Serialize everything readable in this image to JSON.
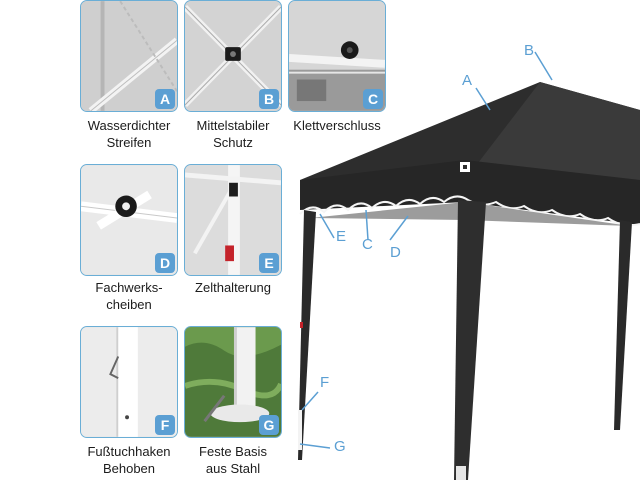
{
  "features": [
    {
      "letter": "A",
      "caption_lines": [
        "Wasserdichter",
        "Streifen"
      ]
    },
    {
      "letter": "B",
      "caption_lines": [
        "Mittelstabiler",
        "Schutz"
      ]
    },
    {
      "letter": "C",
      "caption_lines": [
        "Klettverschluss"
      ]
    },
    {
      "letter": "D",
      "caption_lines": [
        "Fachwerks-",
        "cheiben"
      ]
    },
    {
      "letter": "E",
      "caption_lines": [
        "Zelthalterung"
      ]
    },
    {
      "letter": "F",
      "caption_lines": [
        "Fußtuchhaken",
        "Behoben"
      ]
    },
    {
      "letter": "G",
      "caption_lines": [
        "Feste Basis",
        "aus Stahl"
      ]
    }
  ],
  "callouts": [
    "A",
    "B",
    "C",
    "D",
    "E",
    "F",
    "G"
  ],
  "colors": {
    "accent": "#5b9fd3",
    "canopy": "#2b2b2b",
    "frame": "#f2f2f2"
  }
}
